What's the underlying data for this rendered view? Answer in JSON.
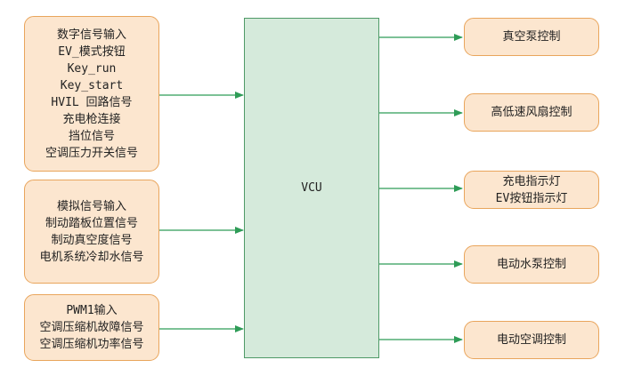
{
  "vcu": {
    "label": "VCU"
  },
  "inputs": [
    {
      "lines": [
        "数字信号输入",
        "EV_模式按钮",
        "Key_run",
        "Key_start",
        "HVIL 回路信号",
        "充电枪连接",
        "挡位信号",
        "空调压力开关信号"
      ]
    },
    {
      "lines": [
        "模拟信号输入",
        "制动踏板位置信号",
        "制动真空度信号",
        "电机系统冷却水信号"
      ]
    },
    {
      "lines": [
        "PWM1输入",
        "空调压缩机故障信号",
        "空调压缩机功率信号"
      ]
    }
  ],
  "outputs": [
    {
      "lines": [
        "真空泵控制"
      ]
    },
    {
      "lines": [
        "高低速风扇控制"
      ]
    },
    {
      "lines": [
        "充电指示灯",
        "EV按钮指示灯"
      ]
    },
    {
      "lines": [
        "电动水泵控制"
      ]
    },
    {
      "lines": [
        "电动空调控制"
      ]
    }
  ],
  "colors": {
    "box_fill": "#fce6cf",
    "box_border": "#e9a55c",
    "vcu_fill": "#d5eadb",
    "vcu_border": "#4f9a67",
    "arrow": "#2e9c57"
  }
}
